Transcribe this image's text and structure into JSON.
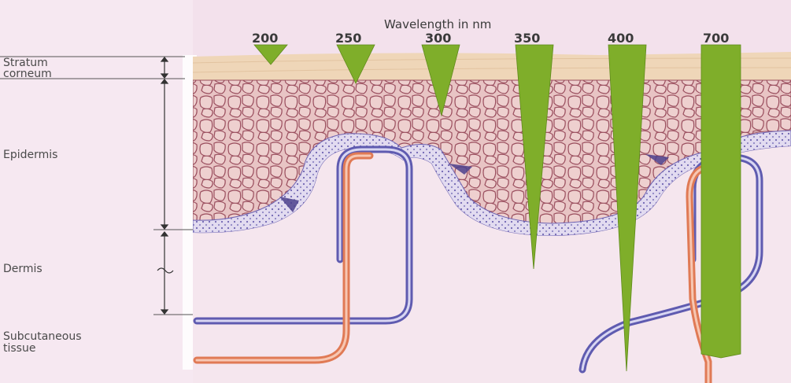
{
  "figure": {
    "axis_title": "Wavelength in nm",
    "wavelengths": [
      "200",
      "250",
      "300",
      "350",
      "400",
      "700"
    ],
    "layers": {
      "stratum_corneum": [
        "Stratum",
        "corneum"
      ],
      "epidermis": "Epidermis",
      "dermis": "Dermis",
      "subcutaneous": [
        "Subcutaneous",
        "tissue"
      ]
    },
    "colors": {
      "background": "#f3e1ec",
      "stratum": "#efd6b8",
      "cell_fill": "#e8c4c4",
      "cell_line": "#9a4e5e",
      "basal_fill": "#ddd4ec",
      "basal_dot": "#6f64b2",
      "artery": "#e07a55",
      "vein": "#5f5bb0",
      "beam": "#7fae2a"
    }
  }
}
